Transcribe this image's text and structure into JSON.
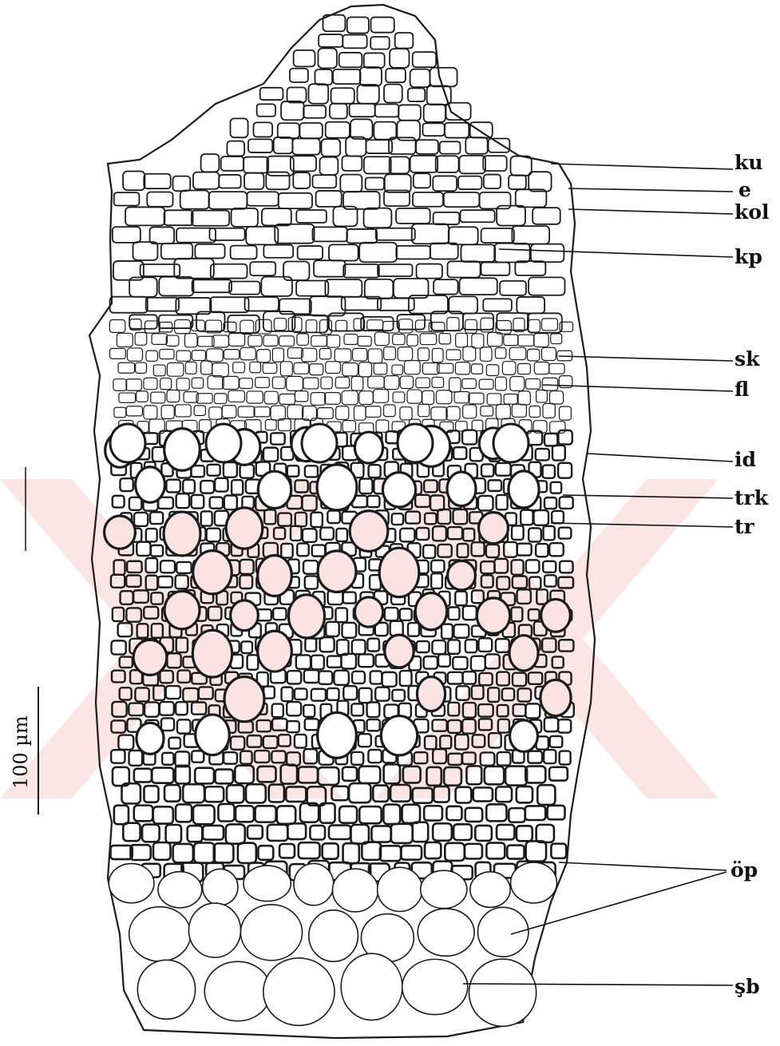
{
  "labels": {
    "ku": "ku",
    "e": "e",
    "kol": "kol",
    "kp": "kp",
    "sk": "sk",
    "fl": "fl",
    "id": "id",
    "trk": "trk",
    "tr": "tr",
    "op": "öp",
    "sb": "şb"
  },
  "scale_bar": {
    "text": "100 µm"
  },
  "colors": {
    "ink": "#1a1a1a",
    "watermark": "#f3c5c5"
  }
}
